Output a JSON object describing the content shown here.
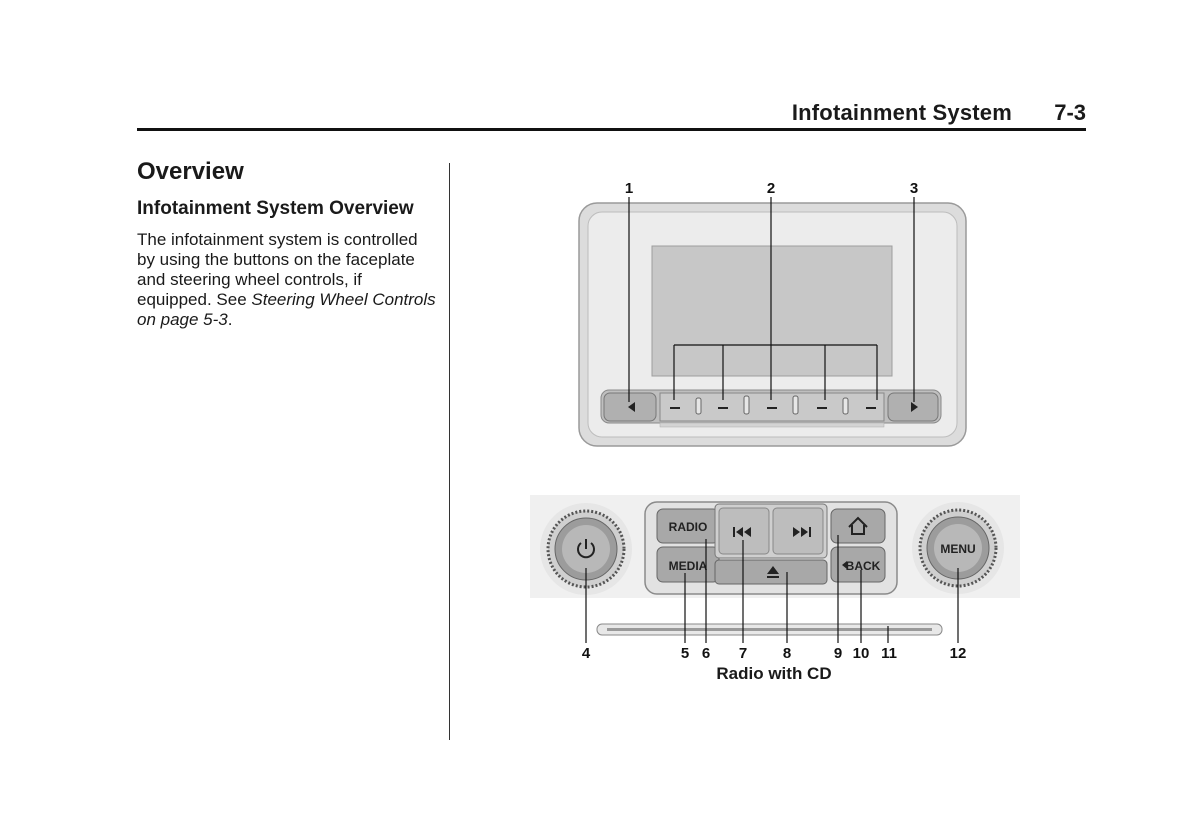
{
  "header": {
    "section": "Infotainment System",
    "page": "7-3"
  },
  "content": {
    "title": "Overview",
    "subtitle": "Infotainment System Overview",
    "paragraph_text": "The infotainment system is controlled by using the buttons on the faceplate and steering wheel controls, if equipped. See ",
    "paragraph_link": "Steering Wheel Controls on page 5-3",
    "paragraph_end": "."
  },
  "figure": {
    "callouts": [
      "1",
      "2",
      "3",
      "4",
      "5",
      "6",
      "7",
      "8",
      "9",
      "10",
      "11",
      "12"
    ],
    "buttons": {
      "radio": "RADIO",
      "media": "MEDIA",
      "back": "BACK",
      "menu": "MENU"
    },
    "caption": "Radio with CD"
  }
}
